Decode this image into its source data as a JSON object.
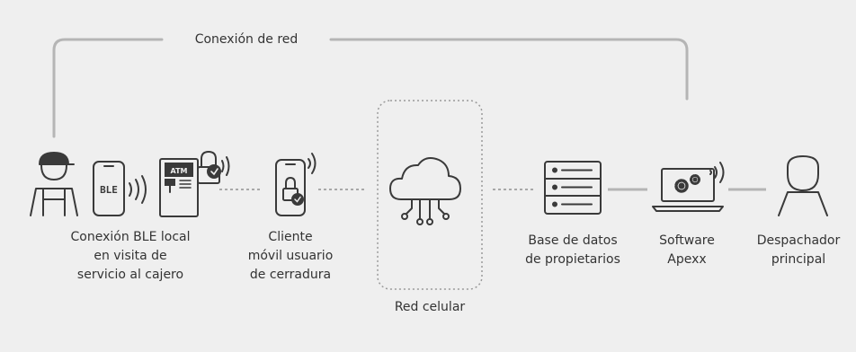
{
  "network_link": {
    "label": "Conexión de red"
  },
  "nodes": {
    "technician": {
      "lines": [
        "Conexión BLE local",
        "en visita de",
        "servicio al cajero"
      ]
    },
    "ble_phone": {
      "badge": "BLE"
    },
    "atm": {
      "badge": "ATM"
    },
    "mobile_client": {
      "lines": [
        "Cliente",
        "móvil usuario",
        "de cerradura"
      ]
    },
    "cellular": {
      "label": "Red celular"
    },
    "database": {
      "lines": [
        "Base de datos",
        "de propietarios"
      ]
    },
    "software": {
      "lines": [
        "Software",
        "Apexx"
      ]
    },
    "dispatcher": {
      "lines": [
        "Despachador",
        "principal"
      ]
    }
  },
  "colors": {
    "background": "#efefef",
    "icon_stroke": "#3a3a3a",
    "connector": "#b5b5b5",
    "label_text": "#333333"
  }
}
